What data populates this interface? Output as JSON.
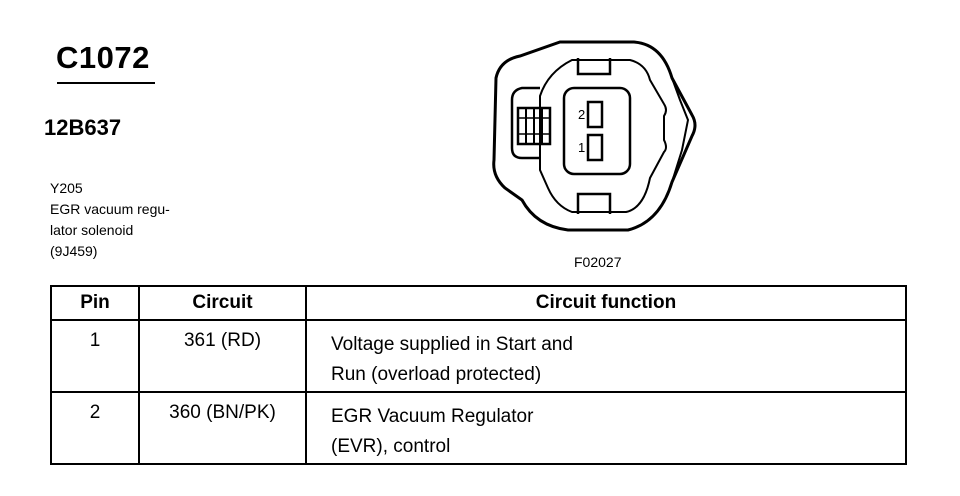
{
  "connector": {
    "id": "C1072",
    "part_number": "12B637",
    "description_lines": [
      "Y205",
      "EGR vacuum regu-",
      "lator solenoid",
      "(9J459)"
    ],
    "figure_id": "F02027",
    "pin_labels": [
      "2",
      "1"
    ]
  },
  "table": {
    "headers": [
      "Pin",
      "Circuit",
      "Circuit function"
    ],
    "rows": [
      {
        "pin": "1",
        "circuit": "361 (RD)",
        "function_lines": [
          "Voltage supplied in Start and",
          "Run (overload protected)"
        ]
      },
      {
        "pin": "2",
        "circuit": "360 (BN/PK)",
        "function_lines": [
          "EGR Vacuum Regulator",
          "(EVR), control"
        ]
      }
    ]
  }
}
